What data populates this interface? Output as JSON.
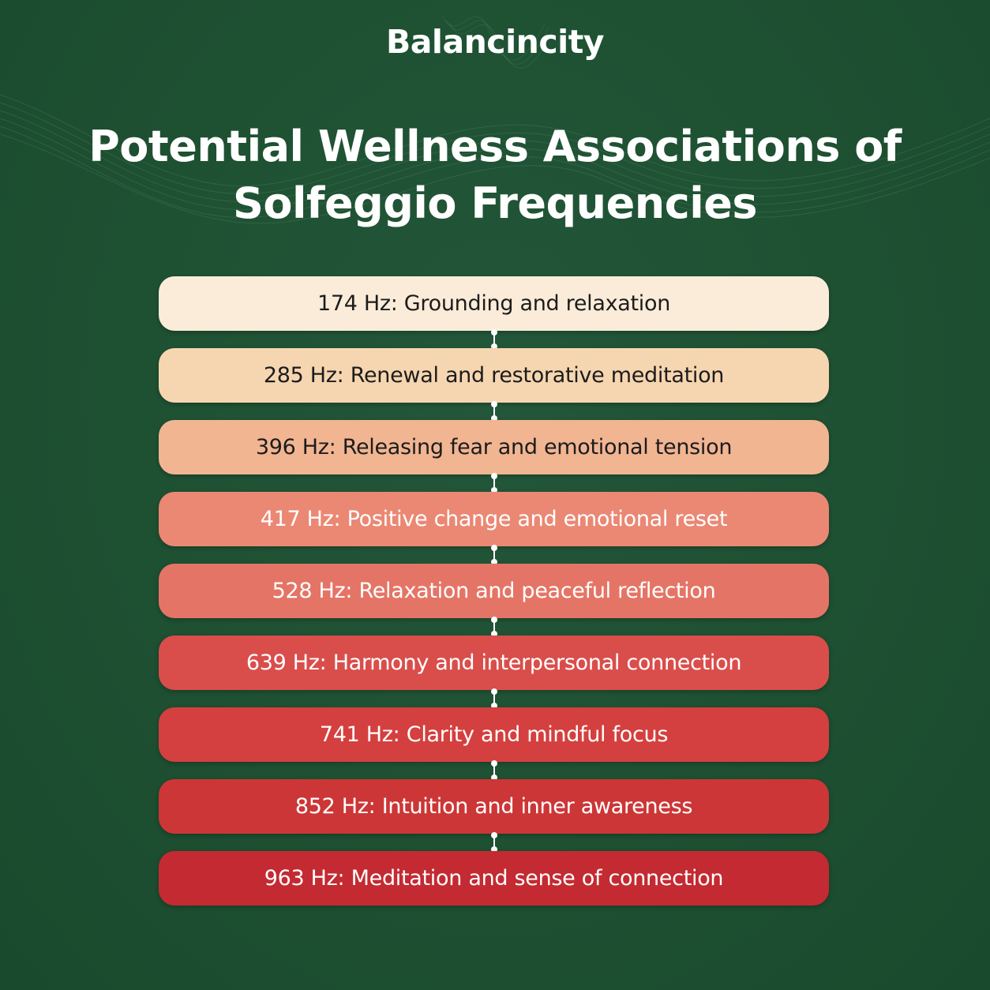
{
  "brand": "Balancincity",
  "title_line1": "Potential Wellness Associations of",
  "title_line2": "Solfeggio Frequencies",
  "items": [
    {
      "label": "174 Hz: Grounding and relaxation",
      "bg": "#fbecd9",
      "fg": "#1c1c1c"
    },
    {
      "label": "285 Hz: Renewal and restorative meditation",
      "bg": "#f6d6b0",
      "fg": "#1c1c1c"
    },
    {
      "label": "396 Hz: Releasing fear and emotional tension",
      "bg": "#f1b592",
      "fg": "#1c1c1c"
    },
    {
      "label": "417 Hz: Positive change and emotional reset",
      "bg": "#ea8874",
      "fg": "#ffffff"
    },
    {
      "label": "528 Hz: Relaxation and peaceful reflection",
      "bg": "#e47566",
      "fg": "#ffffff"
    },
    {
      "label": "639 Hz: Harmony and interpersonal connection",
      "bg": "#d94e4b",
      "fg": "#ffffff"
    },
    {
      "label": "741 Hz: Clarity and mindful focus",
      "bg": "#d4403f",
      "fg": "#ffffff"
    },
    {
      "label": "852 Hz: Intuition and inner awareness",
      "bg": "#cd3636",
      "fg": "#ffffff"
    },
    {
      "label": "963 Hz: Meditation and sense of connection",
      "bg": "#c42a31",
      "fg": "#ffffff"
    }
  ]
}
